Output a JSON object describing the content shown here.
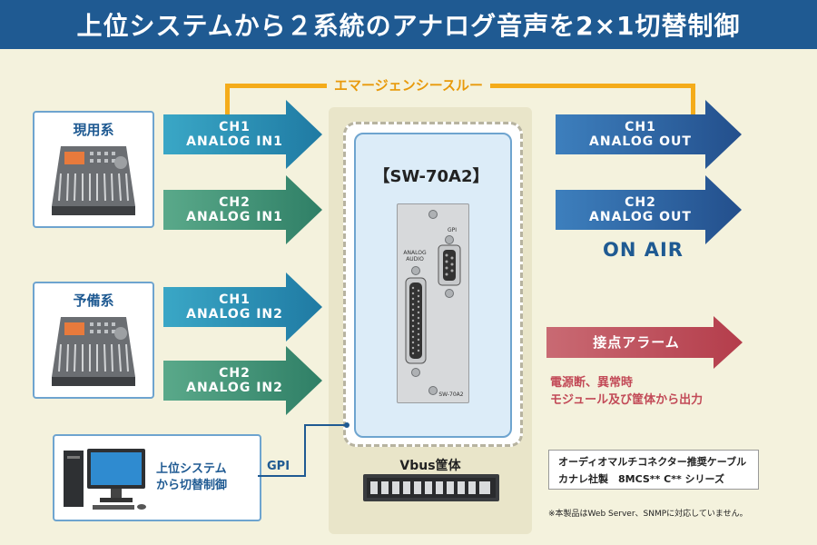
{
  "title": "上位システムから２系統のアナログ音声を2×1切替制御",
  "emergency_thru": "エマージェンシースルー",
  "primary": {
    "label": "現用系",
    "inputs": [
      "CH1\nANALOG IN1",
      "CH2\nANALOG IN1"
    ]
  },
  "backup": {
    "label": "予備系",
    "inputs": [
      "CH1\nANALOG IN2",
      "CH2\nANALOG IN2"
    ]
  },
  "device": {
    "model": "【SW-70A2】",
    "gpi_label": "GPI",
    "analog_label": "ANALOG\nAUDIO",
    "panel_model": "SW-70A2"
  },
  "outputs": [
    "CH1\nANALOG OUT",
    "CH2\nANALOG OUT"
  ],
  "on_air": "ON AIR",
  "alarm": {
    "label": "接点アラーム",
    "desc": "電源断、異常時\nモジュール及び筐体から出力"
  },
  "host": {
    "label": "上位システム\nから切替制御",
    "link_label": "GPI"
  },
  "vbus_label": "Vbus筐体",
  "cable": "オーディオマルチコネクター推奨ケーブル\nカナレ社製　8MCS** C** シリーズ",
  "note": "※本製品はWeb Server、SNMPに対応していません。",
  "colors": {
    "title_bg": "#1f5a92",
    "primary_arrow": "#2a8fb3",
    "ch2_arrow": "#3f8f78",
    "out_arrow": "#2f6aa7",
    "alarm_arrow": "#c24a57",
    "thru_line": "#f4ac1a"
  }
}
